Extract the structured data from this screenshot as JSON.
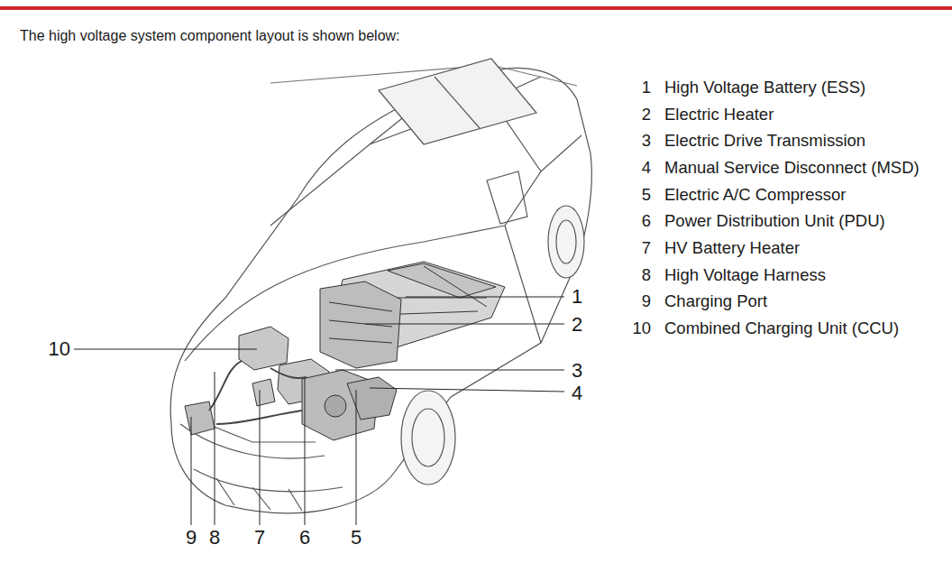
{
  "diagram": {
    "title": "The high voltage system component layout is shown below:",
    "labels": [
      "1",
      "High Voltage Battery (ESS)",
      "2",
      "Electric Heater",
      "3",
      "Electric Drive Transmission",
      "4",
      "Manual Service Disconnect (MSD)",
      "5",
      "Electric A/C Compressor",
      "6",
      "Power Distribution Unit (PDU)",
      "7",
      "HV Battery Heater",
      "8",
      "High Voltage Harness",
      "9",
      "Charging Port",
      "10",
      "Combined Charging Unit (CCU)",
      "1",
      "2",
      "3",
      "4",
      "10",
      "9",
      "8",
      "7",
      "6",
      "5"
    ]
  }
}
